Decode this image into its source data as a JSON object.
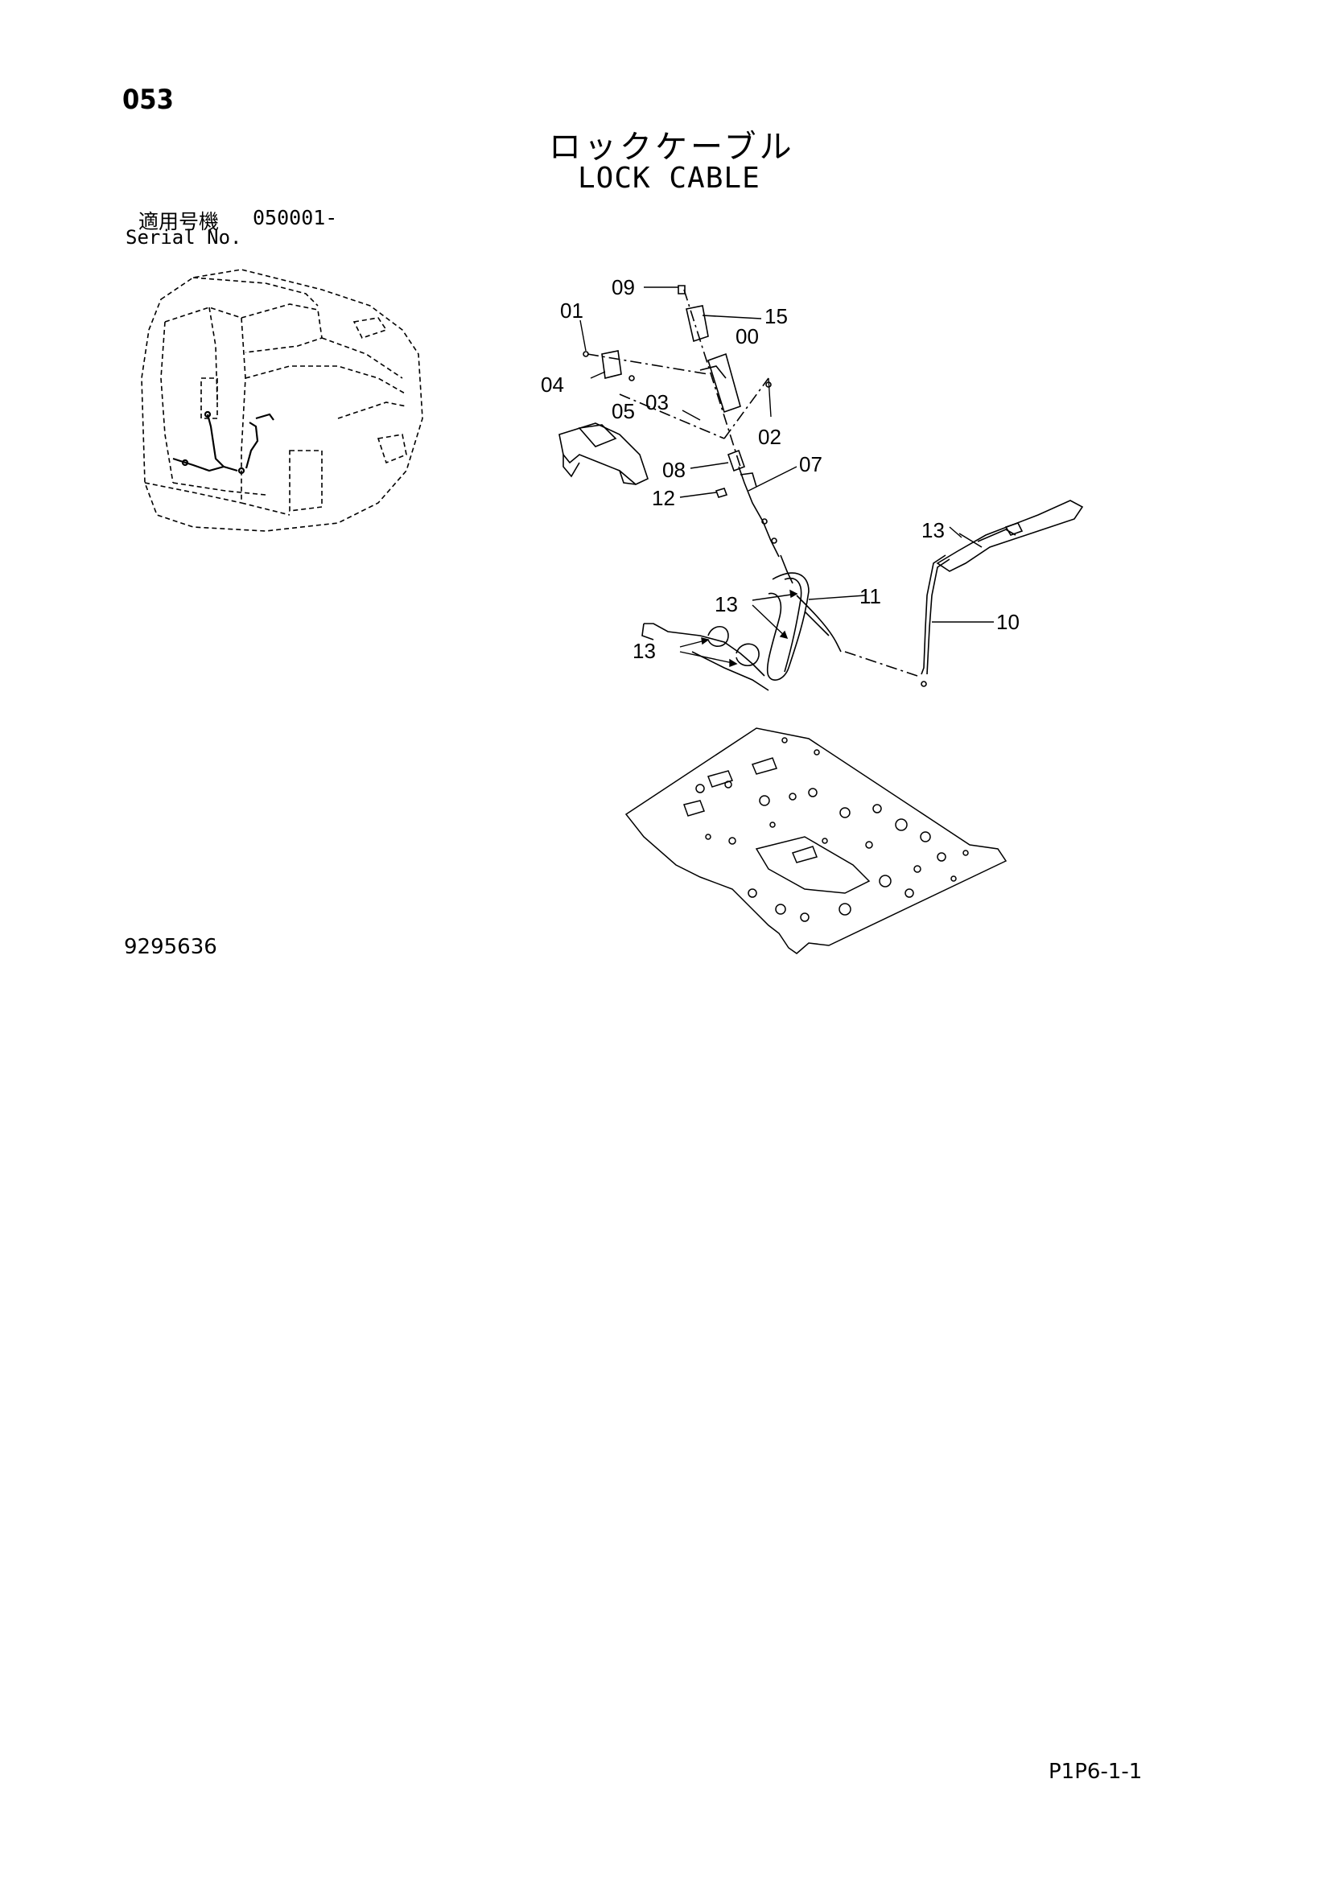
{
  "header": {
    "page_number": "053",
    "title_ja": "ロックケーブル",
    "title_en": "LOCK CABLE"
  },
  "serial": {
    "label_ja": "適用号機",
    "value": "050001-",
    "label_en": "Serial No."
  },
  "callouts": [
    "09",
    "01",
    "15",
    "00",
    "04",
    "05",
    "03",
    "02",
    "08",
    "07",
    "12",
    "13",
    "11",
    "10"
  ],
  "drawing_number": "9295636",
  "footer_code": "P1P6-1-1"
}
